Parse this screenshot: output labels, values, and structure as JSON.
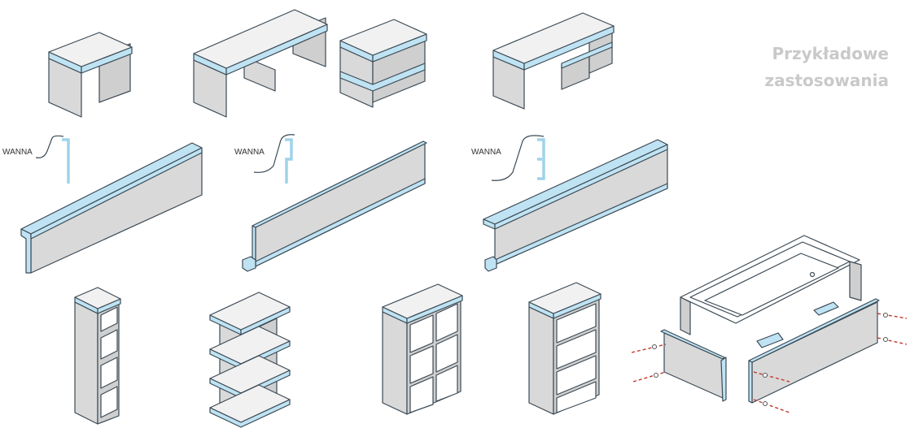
{
  "header": {
    "title_line1": "Przykładowe",
    "title_line2": "zastosowania"
  },
  "cross_sections": [
    {
      "label": "WANNA"
    },
    {
      "label": "WANNA"
    },
    {
      "label": "WANNA"
    }
  ],
  "colors": {
    "board_front": "#d9d9d9",
    "board_top": "#f1f1f1",
    "board_edge": "#bfe3f3",
    "outline": "#3c4a55",
    "screw": "#c0392b",
    "title": "#c9c9c9"
  }
}
